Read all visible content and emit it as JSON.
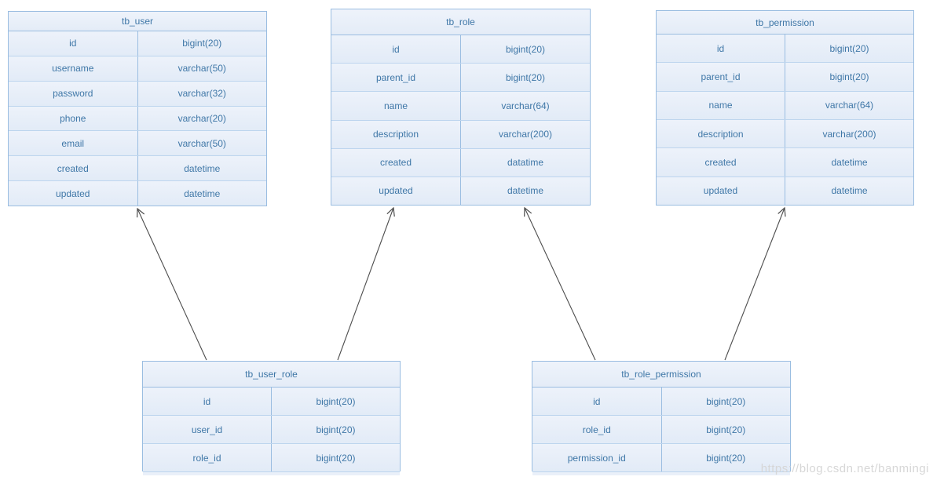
{
  "diagram": {
    "tables": {
      "tb_user": {
        "title": "tb_user",
        "columns": [
          {
            "field": "id",
            "type": "bigint(20)"
          },
          {
            "field": "username",
            "type": "varchar(50)"
          },
          {
            "field": "password",
            "type": "varchar(32)"
          },
          {
            "field": "phone",
            "type": "varchar(20)"
          },
          {
            "field": "email",
            "type": "varchar(50)"
          },
          {
            "field": "created",
            "type": "datetime"
          },
          {
            "field": "updated",
            "type": "datetime"
          }
        ]
      },
      "tb_role": {
        "title": "tb_role",
        "columns": [
          {
            "field": "id",
            "type": "bigint(20)"
          },
          {
            "field": "parent_id",
            "type": "bigint(20)"
          },
          {
            "field": "name",
            "type": "varchar(64)"
          },
          {
            "field": "description",
            "type": "varchar(200)"
          },
          {
            "field": "created",
            "type": "datatime"
          },
          {
            "field": "updated",
            "type": "datetime"
          }
        ]
      },
      "tb_permission": {
        "title": "tb_permission",
        "columns": [
          {
            "field": "id",
            "type": "bigint(20)"
          },
          {
            "field": "parent_id",
            "type": "bigint(20)"
          },
          {
            "field": "name",
            "type": "varchar(64)"
          },
          {
            "field": "description",
            "type": "varchar(200)"
          },
          {
            "field": "created",
            "type": "datetime"
          },
          {
            "field": "updated",
            "type": "datetime"
          }
        ]
      },
      "tb_user_role": {
        "title": "tb_user_role",
        "columns": [
          {
            "field": "id",
            "type": "bigint(20)"
          },
          {
            "field": "user_id",
            "type": "bigint(20)"
          },
          {
            "field": "role_id",
            "type": "bigint(20)"
          }
        ]
      },
      "tb_role_permission": {
        "title": "tb_role_permission",
        "columns": [
          {
            "field": "id",
            "type": "bigint(20)"
          },
          {
            "field": "role_id",
            "type": "bigint(20)"
          },
          {
            "field": "permission_id",
            "type": "bigint(20)"
          }
        ]
      }
    },
    "relationships": [
      {
        "from": "tb_user_role",
        "to": "tb_user"
      },
      {
        "from": "tb_user_role",
        "to": "tb_role"
      },
      {
        "from": "tb_role_permission",
        "to": "tb_role"
      },
      {
        "from": "tb_role_permission",
        "to": "tb_permission"
      }
    ],
    "colors": {
      "table_fill": "#e9eff9",
      "table_border": "#9abde1",
      "row_separator": "#bdd5ee",
      "text": "#3f77a7",
      "arrow": "#4d4d4d",
      "watermark": "#d5d5d5"
    }
  },
  "watermark": {
    "text": "https://blog.csdn.net/banmingi"
  }
}
